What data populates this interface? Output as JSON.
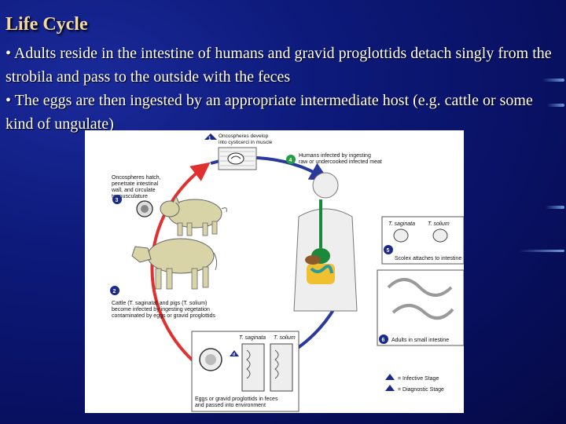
{
  "slide": {
    "title": "Life Cycle",
    "bullets": [
      "• Adults reside in the intestine of humans and gravid proglottids detach singly from the strobila and pass to the outside with the feces",
      "• The eggs are then ingested by an appropriate intermediate host (e.g. cattle or some kind of ungulate)"
    ]
  },
  "diagram": {
    "step1": "Oncospheres develop into cysticerci in muscle",
    "step2": "Cattle (T. saginata) and pigs (T. solium) become infected by ingesting vegetation contaminated by eggs or gravid proglottids",
    "step3": "Oncospheres hatch, penetrate intestinal wall, and circulate to musculature",
    "step4": "Humans infected by ingesting raw or undercooked infected meat",
    "step5": "Scolex attaches to intestine",
    "step6": "Adults in small intestine",
    "step_d": "Eggs or gravid proglottids in feces and passed into environment",
    "t_saginata": "T. saginata",
    "t_solium": "T. solium",
    "legend_infective": "= Infective Stage",
    "legend_diagnostic": "= Diagnostic Stage",
    "colors": {
      "cycle_red": "#e03030",
      "cycle_blue": "#2a3a9a",
      "badge": "#1a2a8a",
      "title_gold": "#f3d9a0"
    }
  }
}
